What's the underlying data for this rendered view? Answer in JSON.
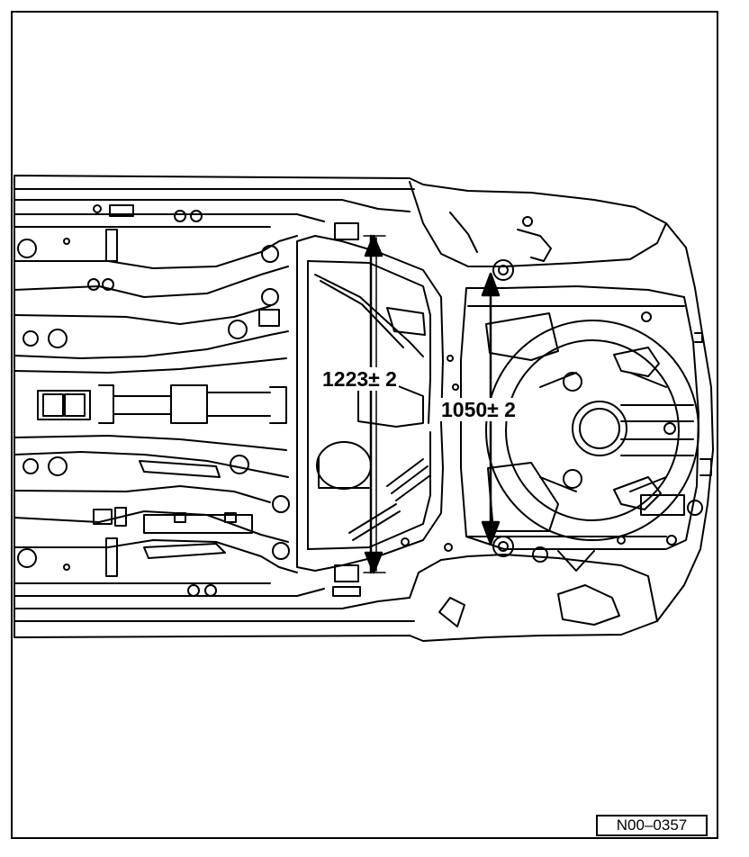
{
  "dimensions": {
    "front_span": "1223± 2",
    "rear_span": "1050± 2"
  },
  "reference_code": "N00–0357",
  "colors": {
    "ink": "#000000",
    "paper": "#ffffff"
  }
}
